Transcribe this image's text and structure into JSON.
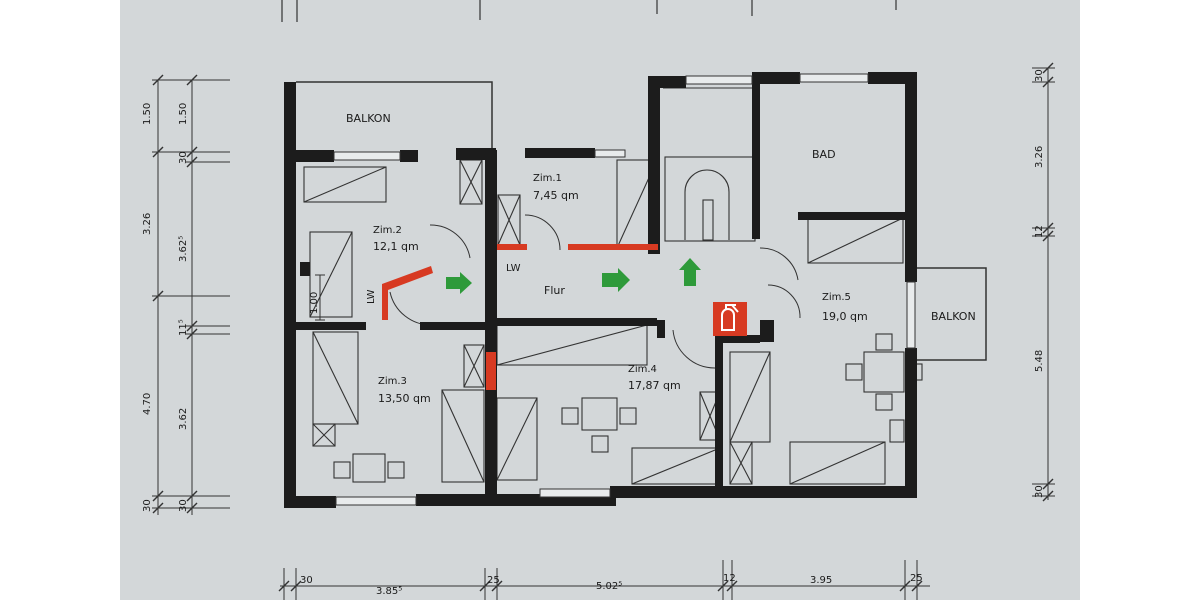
{
  "rooms": {
    "balkon_top": "BALKON",
    "balkon_right": "BALKON",
    "bad": "BAD",
    "flur": "Flur",
    "lw_left": "LW",
    "lw_mid": "LW",
    "zim1": {
      "name": "Zim.1",
      "area": "7,45  qm"
    },
    "zim2": {
      "name": "Zim.2",
      "area": "12,1  qm"
    },
    "zim3": {
      "name": "Zim.3",
      "area": "13,50  qm"
    },
    "zim4": {
      "name": "Zim.4",
      "area": "17,87  qm"
    },
    "zim5": {
      "name": "Zim.5",
      "area": "19,0  qm"
    }
  },
  "dimensions": {
    "left_outer": [
      "1.50",
      "3.26",
      "4.70",
      "30"
    ],
    "left_inner": [
      "1.50",
      "30",
      "3.62⁵",
      "11⁵",
      "3.62",
      "30"
    ],
    "left_wall_label": "1.00",
    "right": [
      "30",
      "3.26",
      "12",
      "5.48",
      "30"
    ],
    "bottom": [
      "30",
      "3.85⁵",
      "25",
      "5.02⁵",
      "12",
      "3.95",
      "25"
    ]
  },
  "symbols": {
    "extinguisher": "fire-extinguisher",
    "arrow_color": "#2e9a3a",
    "wall_color": "#1c1c1c",
    "marker_color": "#d73a22"
  }
}
